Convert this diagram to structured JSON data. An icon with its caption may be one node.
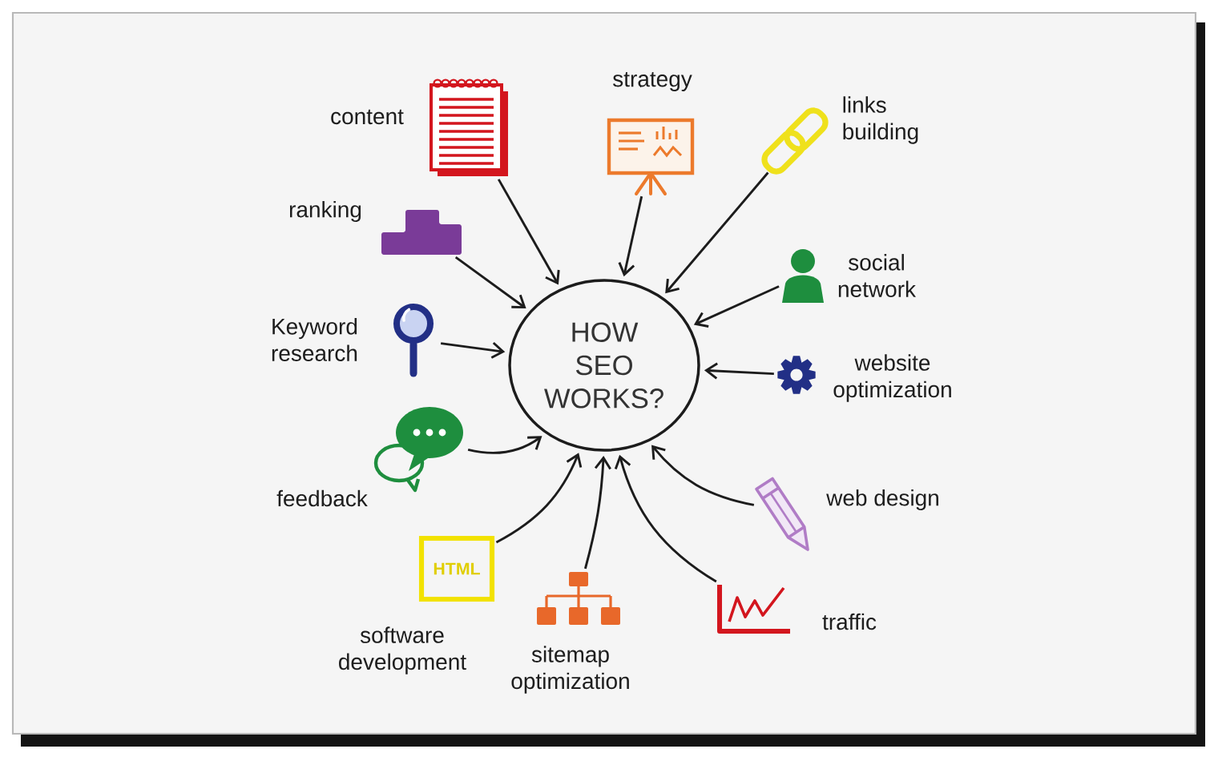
{
  "diagram": {
    "nodes": [
      {
        "text": [
          "HOW SEO WORKS?"
        ]
      },
      {
        "text": [],
        "shape": "picture",
        "beside": [
          "content"
        ]
      },
      {
        "text": [],
        "shape": "picture",
        "beside": [
          "strategy"
        ]
      },
      {
        "text": [],
        "shape": "picture",
        "beside": [
          "links building"
        ]
      },
      {
        "text": [],
        "shape": "picture",
        "beside": [
          "ranking"
        ]
      },
      {
        "text": [],
        "shape": "picture",
        "beside": [
          "social network"
        ]
      },
      {
        "text": [],
        "shape": "picture",
        "beside": [
          "Keyword research"
        ]
      },
      {
        "text": [],
        "shape": "picture",
        "beside": [
          "website optimization"
        ]
      },
      {
        "text": [],
        "shape": "picture",
        "beside": [
          "feedback"
        ]
      },
      {
        "text": [],
        "shape": "picture",
        "beside": [
          "web design"
        ]
      },
      {
        "text": [
          "HTML"
        ],
        "beside": [
          "software development"
        ]
      },
      {
        "text": [],
        "shape": "picture",
        "beside": [
          "sitemap optimization"
        ]
      },
      {
        "text": [],
        "shape": "picture",
        "beside": [
          "traffic"
        ]
      }
    ],
    "edges": [
      {
        "from": 1,
        "to": 0,
        "arrow": "to"
      },
      {
        "from": 2,
        "to": 0,
        "arrow": "to"
      },
      {
        "from": 3,
        "to": 0,
        "arrow": "to"
      },
      {
        "from": 4,
        "to": 0,
        "arrow": "to"
      },
      {
        "from": 5,
        "to": 0,
        "arrow": "to"
      },
      {
        "from": 6,
        "to": 0,
        "arrow": "to"
      },
      {
        "from": 7,
        "to": 0,
        "arrow": "to"
      },
      {
        "from": 8,
        "to": 0,
        "arrow": "to"
      },
      {
        "from": 9,
        "to": 0,
        "arrow": "to"
      },
      {
        "from": 10,
        "to": 0,
        "arrow": "to"
      },
      {
        "from": 11,
        "to": 0,
        "arrow": "to"
      },
      {
        "from": 12,
        "to": 0,
        "arrow": "to"
      }
    ]
  }
}
